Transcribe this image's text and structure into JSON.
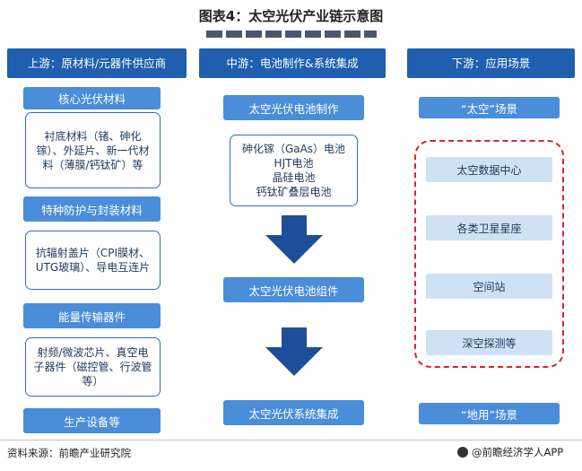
{
  "title": "图表4：太空光伏产业链示意图",
  "columns": {
    "upstream": {
      "header": "上游：原材料/元器件供应商",
      "sections": [
        {
          "label": "核心光伏材料",
          "detail": "衬底材料（锗、砷化镓）、外延片、新一代材料（薄膜/钙钛矿）等"
        },
        {
          "label": "特种防护与封装材料",
          "detail": "抗辐射盖片（CPI膜材、UTG玻璃）、导电互连片"
        },
        {
          "label": "能量传输器件",
          "detail": "射频/微波芯片、真空电子器件（磁控管、行波管等）"
        },
        {
          "label": "生产设备等"
        }
      ]
    },
    "midstream": {
      "header": "中游：电池制作&系统集成",
      "steps": [
        "太空光伏电池制作",
        "太空光伏电池组件",
        "太空光伏系统集成"
      ],
      "cell_types": [
        "砷化镓（GaAs）电池",
        "HJT电池",
        "晶硅电池",
        "钙钛矿叠层电池"
      ]
    },
    "downstream": {
      "header": "下游：应用场景",
      "space_label": "“太空”场景",
      "space_items": [
        "太空数据中心",
        "各类卫星星座",
        "空间站",
        "深空探测等"
      ],
      "ground_label": "“地用”场景"
    }
  },
  "footer": {
    "source": "资料来源：前瞻产业研究院",
    "brand": "@前瞻经济学人APP"
  },
  "colors": {
    "header_blue": "#1f5fae",
    "section_blue": "#4a8dd8",
    "pill_blue": "#cfe1f5",
    "arrow_navy": "#1f4e98",
    "dashed_red": "#d9232e"
  }
}
